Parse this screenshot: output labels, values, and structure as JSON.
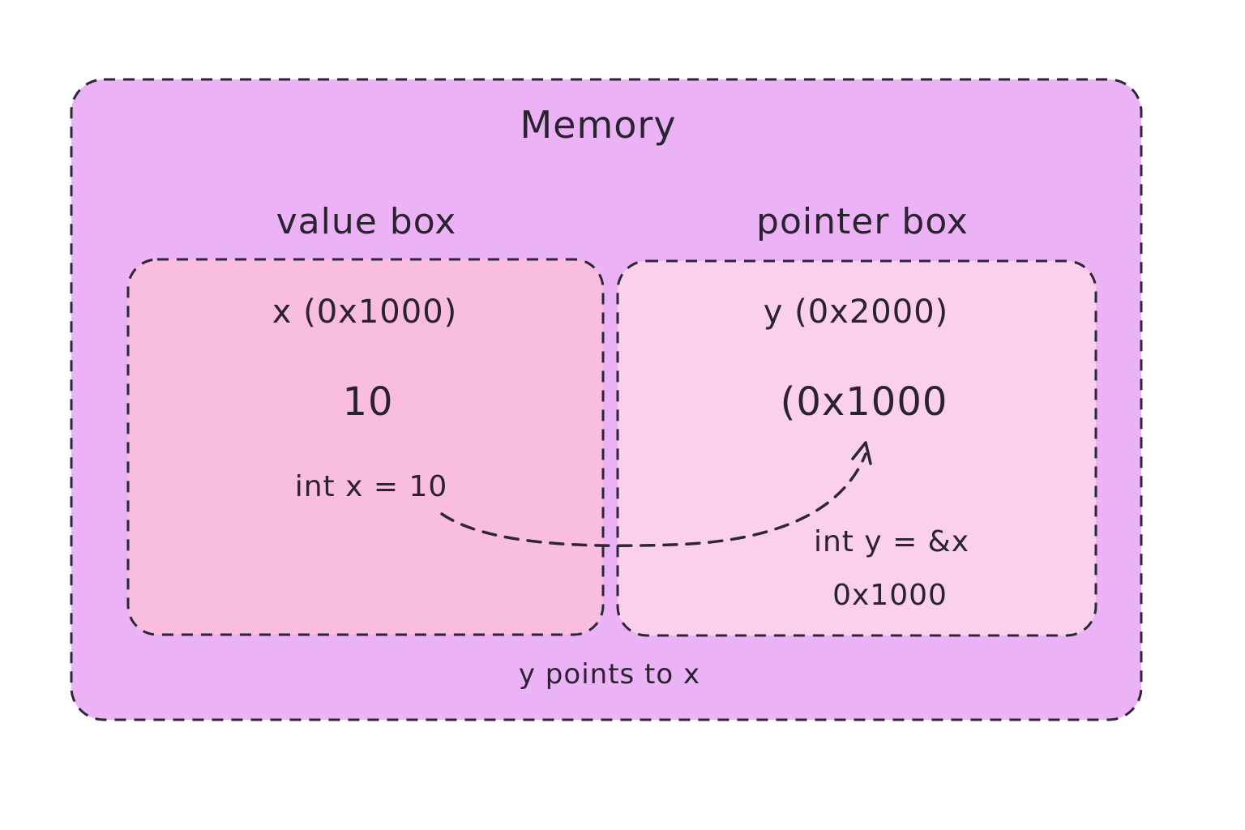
{
  "memory": {
    "title": "Memory",
    "caption": "y points to x"
  },
  "value_box": {
    "title": "value box",
    "variable": "x (0x1000)",
    "value": "10",
    "code": "int x = 10"
  },
  "pointer_box": {
    "title": "pointer box",
    "variable": "y (0x2000)",
    "value": "(0x1000",
    "code": "int y = &x",
    "address": "0x1000"
  },
  "colors": {
    "memory_fill": "#ebb3f6",
    "value_box_fill": "#f9bde0",
    "pointer_box_fill": "#fbd0ec",
    "stroke": "#2e2636"
  },
  "arrow": {
    "from": "value_box.code",
    "to": "pointer_box.value",
    "style": "dashed"
  }
}
